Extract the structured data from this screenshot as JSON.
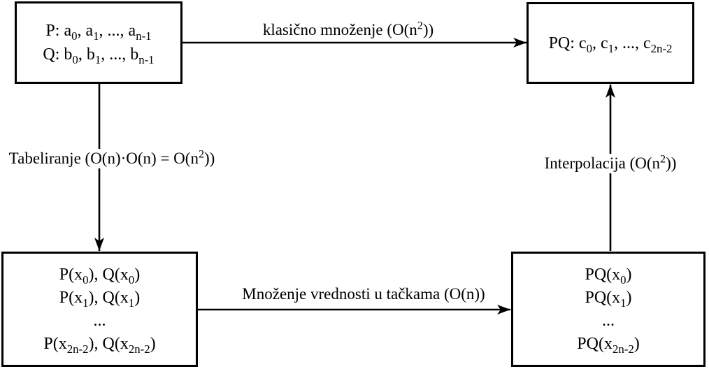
{
  "diagram": {
    "background_color": "#ffffff",
    "stroke_color": "#000000",
    "text_color": "#000000",
    "boxes": {
      "coefficients": {
        "lines": [
          "P: a_{0}, a_{1}, ..., a_{n-1}",
          "Q: b_{0}, b_{1}, ..., b_{n-1}"
        ]
      },
      "product_coefficients": {
        "lines": [
          "PQ: c_{0}, c_{1}, ..., c_{2n-2}"
        ]
      },
      "point_values": {
        "lines": [
          "P(x_{0}), Q(x_{0})",
          "P(x_{1}), Q(x_{1})",
          "...",
          "P(x_{2n-2}), Q(x_{2n-2})"
        ]
      },
      "product_point_values": {
        "lines": [
          "PQ(x_{0})",
          "PQ(x_{1})",
          "...",
          "PQ(x_{2n-2})"
        ]
      }
    },
    "edges": {
      "classic_multiplication": {
        "label": "klasično množenje (O(n^{2}))",
        "from": "coefficients",
        "to": "product_coefficients",
        "direction": "right"
      },
      "tabulation": {
        "label": "Tabeliranje (O(n)·O(n) = O(n^{2}))",
        "from": "coefficients",
        "to": "point_values",
        "direction": "down"
      },
      "pointwise_multiplication": {
        "label": "Množenje vrednosti u tačkama (O(n))",
        "from": "point_values",
        "to": "product_point_values",
        "direction": "right"
      },
      "interpolation": {
        "label": "Interpolacija (O(n^{2}))",
        "from": "product_point_values",
        "to": "product_coefficients",
        "direction": "up"
      }
    }
  }
}
